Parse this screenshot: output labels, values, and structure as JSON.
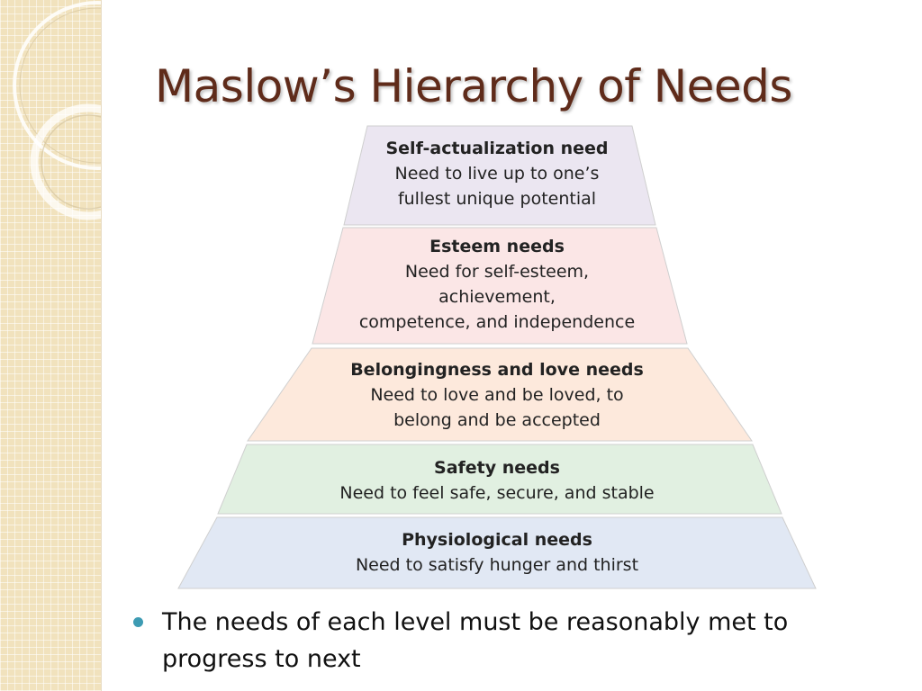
{
  "slide": {
    "title": "Maslow’s Hierarchy of Needs",
    "bullets": [
      "The needs of each level must be reasonably met to progress to next"
    ],
    "bullet_color": "#3d9bb3"
  },
  "pyramid": {
    "levels": [
      {
        "name": "Self-actualization need",
        "description": [
          "Need to live up to one’s",
          "fullest unique potential"
        ],
        "color": "#ebe6f1"
      },
      {
        "name": "Esteem needs",
        "description": [
          "Need for self-esteem,",
          "achievement,",
          "competence, and independence"
        ],
        "color": "#fbe6e6"
      },
      {
        "name": "Belongingness and love needs",
        "description": [
          "Need to love and be loved, to",
          "belong and be accepted"
        ],
        "color": "#fde9dc"
      },
      {
        "name": "Safety needs",
        "description": [
          "Need to feel safe, secure, and stable"
        ],
        "color": "#e1f0e1"
      },
      {
        "name": "Physiological needs",
        "description": [
          "Need to satisfy hunger and thirst"
        ],
        "color": "#e1e8f4"
      }
    ]
  },
  "theme": {
    "title_color": "#5f2b1a",
    "band_color": "#f1e2bd"
  }
}
